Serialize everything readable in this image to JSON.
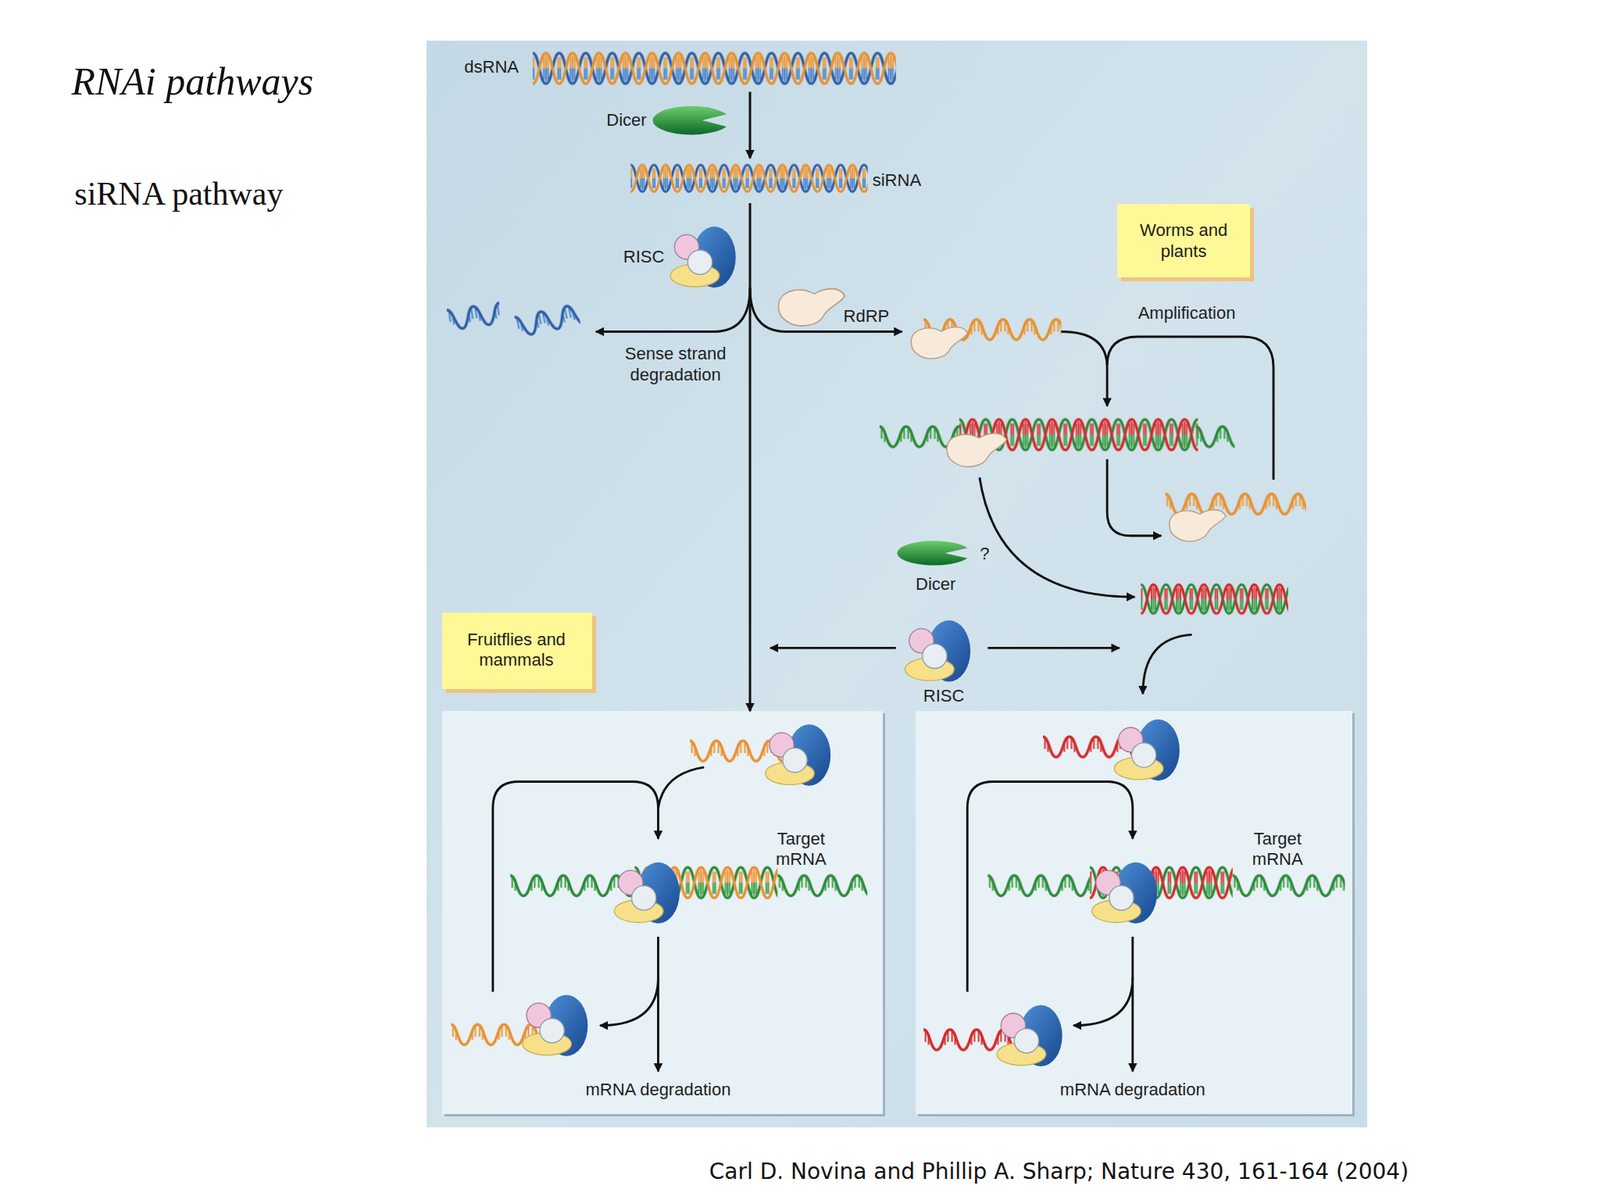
{
  "diagram": {
    "title": "RNAi pathways",
    "caption": "Carl D. Novina and Phillip A. Sharp; Nature 430, 161-164 (2004)",
    "nodes": [
      {
        "text": [
          "dsRNA"
        ]
      },
      {
        "text": [
          "siRNA"
        ]
      },
      {
        "text": [
          "Worms and plants"
        ]
      },
      {
        "text": [
          "Fruitflies and mammals"
        ]
      },
      {
        "text": [
          "Target mRNA",
          "mRNA degradation"
        ]
      },
      {
        "text": [
          "Target mRNA",
          "mRNA degradation"
        ]
      }
    ],
    "edges": [
      {
        "from": 0,
        "to": 1,
        "arrow": "to",
        "label": "Dicer"
      },
      {
        "from": 1,
        "to": 4,
        "arrow": "to"
      }
    ],
    "labels": [
      "siRNA pathway",
      "RISC",
      "Sense strand degradation",
      "RdRP",
      "Amplification",
      "Dicer",
      "?",
      "RISC"
    ]
  }
}
